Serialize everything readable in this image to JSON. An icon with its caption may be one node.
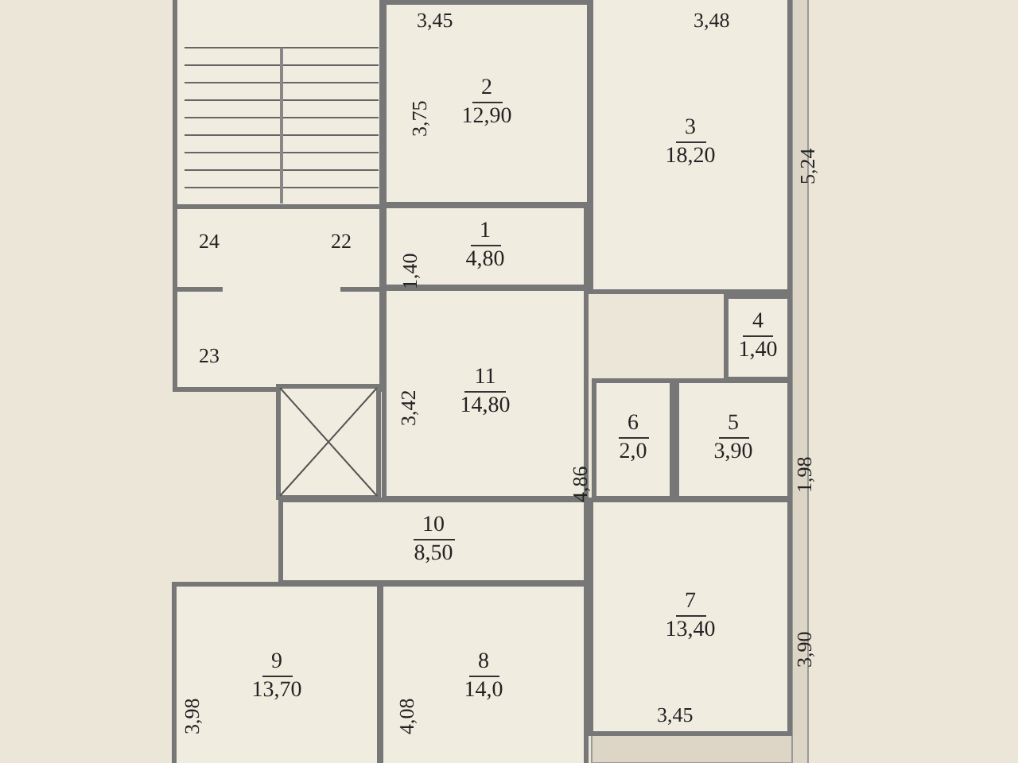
{
  "diagram": {
    "nodes": [
      {
        "text": [
          "2",
          "12,90"
        ]
      },
      {
        "text": [
          "3",
          "18,20"
        ]
      },
      {
        "text": [
          "1",
          "4,80"
        ]
      },
      {
        "text": [
          "11",
          "14,80"
        ]
      },
      {
        "text": [
          "4",
          "1,40"
        ]
      },
      {
        "text": [
          "6",
          "2,0"
        ]
      },
      {
        "text": [
          "5",
          "3,90"
        ]
      },
      {
        "text": [
          "10",
          "8,50"
        ]
      },
      {
        "text": [
          "7",
          "13,40"
        ]
      },
      {
        "text": [
          "9",
          "13,70"
        ]
      },
      {
        "text": [
          "8",
          "14,0"
        ]
      }
    ],
    "labels": [
      "3,45",
      "3,48",
      "3,75",
      "5,24",
      "24",
      "22",
      "1,40",
      "23",
      "3,42",
      "4,86",
      "1,98",
      "3,90",
      "3,45",
      "3,98",
      "4,08"
    ]
  }
}
